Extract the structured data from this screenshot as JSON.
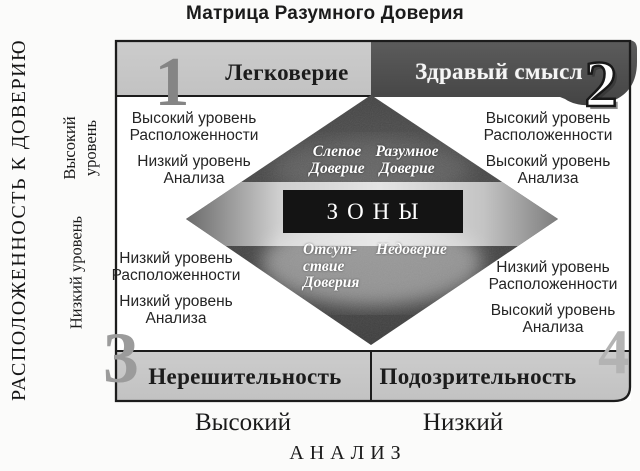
{
  "title": "Матрица Разумного Доверия",
  "y_axis": {
    "label": "РАСПОЛОЖЕННОСТЬ К ДОВЕРИЮ",
    "high": [
      "Высокий",
      "уровень"
    ],
    "low": "Низкий уровень"
  },
  "x_axis": {
    "label": "АНАЛИЗ",
    "high": "Высокий",
    "low": "Низкий"
  },
  "quadrants": {
    "q1": {
      "number": "1",
      "title": "Легковерие",
      "body": [
        "Высокий уровень",
        "Расположенности",
        "Низкий уровень",
        "Анализа"
      ]
    },
    "q2": {
      "number": "2",
      "title": "Здравый смысл",
      "body": [
        "Высокий уровень",
        "Расположенности",
        "Высокий уровень",
        "Анализа"
      ]
    },
    "q3": {
      "number": "3",
      "title": "Нерешительность",
      "body": [
        "Низкий уровень",
        "Расположенности",
        "Низкий уровень",
        "Анализа"
      ]
    },
    "q4": {
      "number": "4",
      "title": "Подозрительность",
      "body": [
        "Низкий уровень",
        "Расположенности",
        "Высокий уровень",
        "Анализа"
      ]
    }
  },
  "zones": {
    "center": "ЗОНЫ",
    "blind_trust": [
      "Слепое",
      "Доверие"
    ],
    "smart_trust": [
      "Разумное",
      "Доверие"
    ],
    "no_trust": [
      "Отсут-",
      "ствие",
      "Доверия"
    ],
    "distrust": "Недоверие"
  },
  "colors": {
    "band_light": "#c8c8c8",
    "band_dark": "#4f4f4f",
    "diamond": "#3d3d3d",
    "zone_band": "#141414",
    "border": "#1c1c1c",
    "numeral_gray": "#8a8a8a"
  }
}
